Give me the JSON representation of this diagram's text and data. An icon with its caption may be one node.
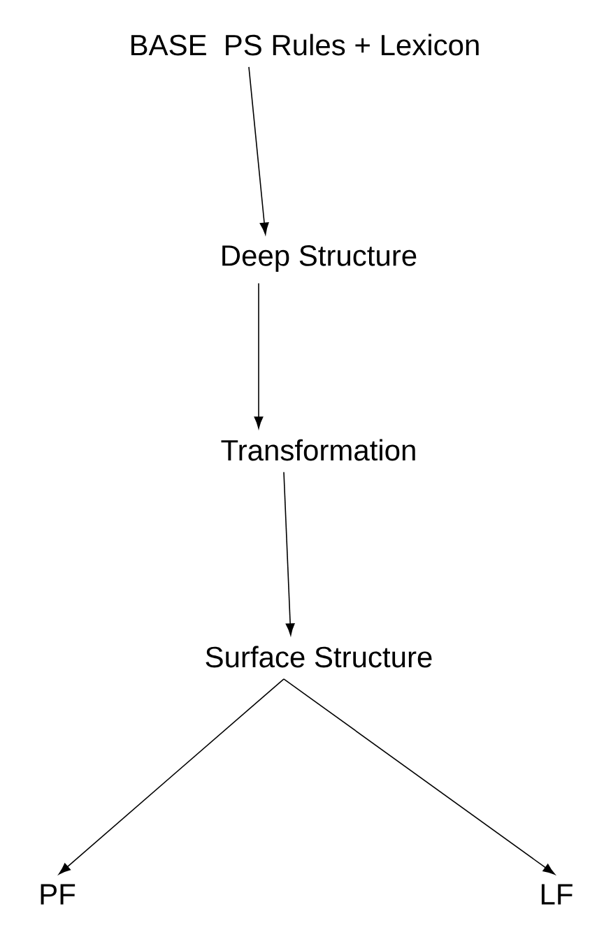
{
  "diagram": {
    "nodes": [
      {
        "text": [
          "BASE",
          "PS Rules + Lexicon"
        ]
      },
      {
        "text": [
          "Deep Structure"
        ]
      },
      {
        "text": [
          "Transformation"
        ]
      },
      {
        "text": [
          "Surface Structure"
        ]
      },
      {
        "text": [
          "PF"
        ]
      },
      {
        "text": [
          "LF"
        ]
      }
    ],
    "edges": [
      {
        "from": 0,
        "to": 1,
        "arrow": "to"
      },
      {
        "from": 1,
        "to": 2,
        "arrow": "to"
      },
      {
        "from": 2,
        "to": 3,
        "arrow": "to"
      },
      {
        "from": 3,
        "to": 4,
        "arrow": "to"
      },
      {
        "from": 3,
        "to": 5,
        "arrow": "to"
      }
    ]
  }
}
